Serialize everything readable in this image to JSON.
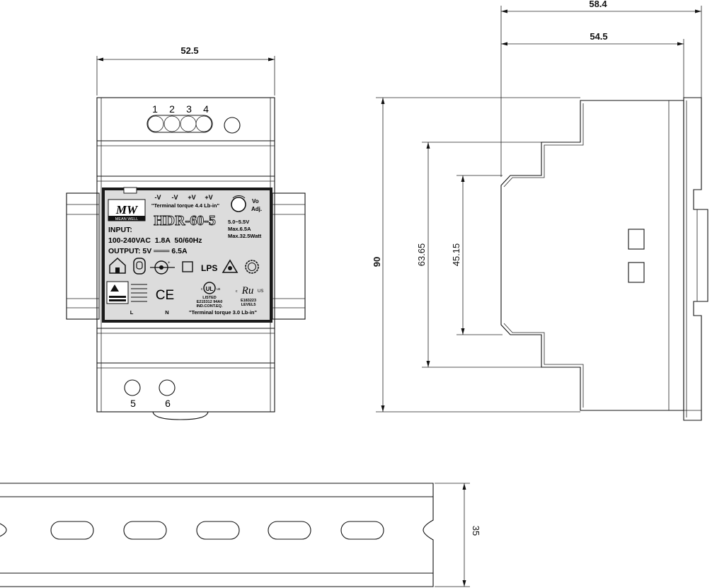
{
  "dimensions": {
    "front_width": "52.5",
    "side_depth_total": "58.4",
    "side_depth_body": "54.5",
    "height": "90",
    "height_inner": "63.65",
    "height_front": "45.15",
    "rail_height": "35"
  },
  "terminals": {
    "top": [
      "1",
      "2",
      "3",
      "4"
    ],
    "bottom": [
      "5",
      "6"
    ]
  },
  "label": {
    "pins": [
      "-V",
      "-V",
      "+V",
      "+V"
    ],
    "torque_top": "\"Terminal torque 4.4 Lb-in\"",
    "brand": "MEAN WELL",
    "model": "HDR-60-5",
    "vo": "Vo",
    "adj": "Adj.",
    "spec_voltage": "5.0~5.5V",
    "spec_current": "Max.6.5A",
    "spec_power": "Max.32.5Watt",
    "input_title": "INPUT:",
    "input_value": "100-240VAC  1.8A  50/60Hz",
    "output_value": "OUTPUT: 5V ═══ 6.5A",
    "lps": "LPS",
    "ce": "CE",
    "ul_listed": "LISTED",
    "ul_file": "E215312  94A0",
    "ul_eq": "IND.CONT.EQ.",
    "level_file": "E183223",
    "level_text": "LEVEL5",
    "line_l": "L",
    "line_n": "N",
    "torque_bottom": "\"Terminal torque 3.0 Lb-in\""
  }
}
